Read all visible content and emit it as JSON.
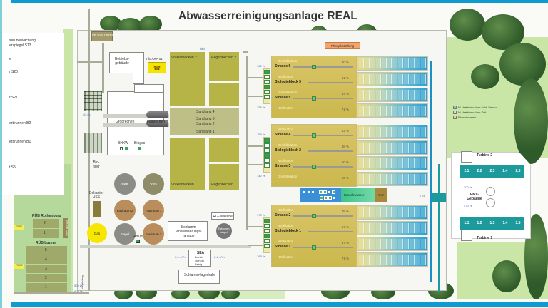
{
  "title": "Abwasserreinigungsanlage REAL",
  "side_panel": {
    "items": [
      "serüberwachung",
      "erspiegel S13",
      "e",
      "r S20",
      "r S21",
      "erbrunnen B2",
      "erbrunnen B1",
      "t S5"
    ]
  },
  "labels": {
    "pw_rub": "PW RÜB Rothenburg",
    "betrieb": "Betriebs-gebäude",
    "info": "Info ARA 01",
    "vorklaer2": "Vorklärbecken 2",
    "regen2": "Regenbecken 2",
    "vorklaer1": "Vorklärbecken 1",
    "regen1": "Regenbecken 1",
    "sand4": "Sandfang 4",
    "sand3": "Sandfang 3",
    "sand2": "Sandfang 2",
    "sand1": "Sandfang 1",
    "grob": "Grobrechen",
    "fein": "Feinrechen",
    "bhkw": "BHKW",
    "biogas": "Biogas",
    "biofilter": "Bio-filter",
    "dekanter": "Dekanter ÜSS",
    "nkb": "NKB",
    "vsd": "VSD",
    "faul2": "Faulraum 2",
    "faul1": "Faulraum 1",
    "faul3": "Faulraum 3",
    "gas": "Gas",
    "stapel": "Stapel",
    "abluft": "Abluft",
    "schlamm_entw": "Schlamm-entwässerungs-anlage",
    "rg_waescher": "RG-Wäscher",
    "zwischenspeicher": "Zwischen-stapel",
    "sea": "SEA",
    "sea_items": [
      "Betrieb",
      "Störung",
      "Reinig."
    ],
    "schlammlager": "Schlamm-lagerhalle",
    "rub_rothenburg": "RÜB Rothenburg",
    "rub_luzern": "RÜB Luzern",
    "pw_rub_luzern": "PW RÜB Luzern",
    "hauptleitung": "Hauptleitung",
    "phosphat": "Phosphatfällung",
    "brauchwasser": "Brauchwasser",
    "gw": "GW",
    "ubs": "ÜBS",
    "emv": "EMV-Gebäude",
    "turbine1": "Turbine 1",
    "turbine2": "Turbine 2",
    "flow_top": "300 l/s",
    "flow_bot": "470 l/s",
    "zu_flow": "0 l/s",
    "sea_left": "0.0 m³/h",
    "sea_right": "0.4 m³/h",
    "flow_500": "500 l/s",
    "flow_600": "600 l/s",
    "flow_43": "43 l/s"
  },
  "rub_rothenburg_cells": [
    "2",
    "1"
  ],
  "rub_luzern_cells": [
    "5",
    "4",
    "3",
    "2",
    "1"
  ],
  "rub_tags": [
    "RÜB1",
    "RÜB2"
  ],
  "bio_blocks": [
    {
      "name": "Biologieblock 3",
      "flow_in": "162 l/s",
      "flow_out": "158 l/s",
      "rows": [
        {
          "label": "Denitrifikation",
          "pct": "80 %"
        },
        {
          "label": "Nitrifikation",
          "pct": "51 %"
        },
        {
          "label": "Denitrifikation",
          "pct": "84 %"
        },
        {
          "label": "Nitrifikation",
          "pct": "71 %"
        }
      ],
      "streets": [
        "Strasse 6",
        "Strasse 5"
      ]
    },
    {
      "name": "Biologieblock 2",
      "flow_in": "159 l/s",
      "flow_out": "142 l/s",
      "rows": [
        {
          "label": "Nitrifikation",
          "pct": "52 %"
        },
        {
          "label": "Denitrifikation",
          "pct": "48 %"
        },
        {
          "label": "Nitrifikation",
          "pct": "50 %"
        },
        {
          "label": "Denitrifikation",
          "pct": "50 %"
        }
      ],
      "streets": [
        "Strasse 4",
        "Strasse 3"
      ]
    },
    {
      "name": "Biologieblock 1",
      "flow_in": "170 l/s",
      "flow_out": "168 l/s",
      "rows": [
        {
          "label": "Nitrifikation",
          "pct": "45 %"
        },
        {
          "label": "Nitrifikation",
          "pct": "57 %"
        },
        {
          "label": "Nitrifikation",
          "pct": "37 %"
        },
        {
          "label": "Nitrifikation",
          "pct": "71 %"
        }
      ],
      "streets": [
        "Strasse 2",
        "Strasse 1"
      ]
    }
  ],
  "turbine_units_top": [
    "2.1",
    "2.2",
    "2.3",
    "2.4",
    "2.5"
  ],
  "turbine_units_bottom": [
    "1.1",
    "1.2",
    "1.3",
    "1.4",
    "1.5"
  ],
  "legend": [
    {
      "label": "N/ Verfahren über Nitrit-Sensor",
      "color": "#7fd0b8"
    },
    {
      "label": "N/ Verfahren über Zeit",
      "color": "#bfe7f0"
    },
    {
      "label": "Phosphorwert",
      "color": "#e9d86a"
    }
  ]
}
